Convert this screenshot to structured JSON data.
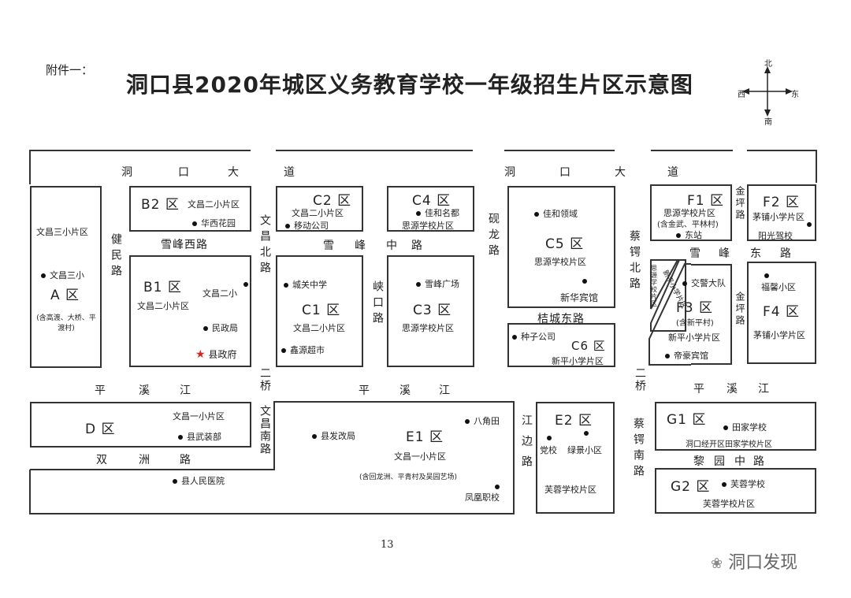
{
  "header": {
    "annex": "附件一：",
    "title": "洞口县2020年城区义务教育学校一年级招生片区示意图"
  },
  "compass": {
    "north": "北",
    "south": "南",
    "east": "东",
    "west": "西"
  },
  "roads": {
    "dongkou_da_1": [
      "洞",
      "口",
      "大",
      "道"
    ],
    "dongkou_da_2": [
      "洞",
      "口",
      "大",
      "道"
    ],
    "jianmin": "健民路",
    "xuefeng_west": "雪峰西路",
    "wenchang_north": "文昌北路",
    "xuefeng_middle": [
      "雪",
      "峰",
      "中",
      "路"
    ],
    "xiakou": "峡口路",
    "yanlong": "砚龙路",
    "caie_north": "蔡锷北路",
    "jinping_1": "金坪路",
    "jinping_2": "金坪路",
    "xuefeng_east": [
      "雪",
      "峰",
      "东",
      "路"
    ],
    "jiecheng_east": "桔城东路",
    "pingxi_1": [
      "平",
      "溪",
      "江"
    ],
    "pingxi_2": [
      "平",
      "溪",
      "江"
    ],
    "pingxi_3": [
      "平",
      "溪",
      "江"
    ],
    "erqiao_1": "二桥",
    "erqiao_2": "二桥",
    "wenchang_south": "文昌南路",
    "jiangbian": "江边路",
    "caie_south": "蔡锷南路",
    "shuangzhou": [
      "双",
      "洲",
      "路"
    ],
    "liyuan_middle": [
      "黎",
      "园",
      "中",
      "路"
    ]
  },
  "zones": {
    "A": {
      "name": "A 区",
      "school": "文昌三小片区",
      "note": "(含高渡、大桥、平渡村)",
      "poi": [
        "文昌三小"
      ]
    },
    "B2": {
      "name": "B2 区",
      "school": "文昌二小片区",
      "poi": [
        "华西花园"
      ]
    },
    "B1": {
      "name": "B1 区",
      "school": "文昌二小片区",
      "poi": [
        "文昌二小",
        "民政局",
        "县政府"
      ]
    },
    "C2": {
      "name": "C2 区",
      "school": "文昌二小片区",
      "poi": [
        "移动公司"
      ]
    },
    "C1": {
      "name": "C1 区",
      "school": "文昌二小片区",
      "poi": [
        "城关中学",
        "鑫源超市"
      ]
    },
    "C4": {
      "name": "C4 区",
      "school": "思源学校片区",
      "poi": [
        "佳和名都"
      ]
    },
    "C3": {
      "name": "C3 区",
      "school": "思源学校片区",
      "poi": [
        "雪峰广场"
      ]
    },
    "C5": {
      "name": "C5 区",
      "school": "思源学校片区",
      "poi": [
        "佳和领域",
        "新华宾馆"
      ]
    },
    "C6": {
      "name": "C6 区",
      "school": "新平小学片区",
      "poi": [
        "种子公司"
      ]
    },
    "F1": {
      "name": "F1 区",
      "school": "思源学校片区",
      "note": "(含金武、平林村)",
      "poi": [
        "东站"
      ]
    },
    "F2": {
      "name": "F2 区",
      "school": "茅铺小学片区",
      "poi": [
        "阳光驾校"
      ]
    },
    "F3": {
      "name": "F3 区",
      "school": "新平小学片区",
      "note": "(含新平村)",
      "poi": [
        "交警大队",
        "帝豪宾馆"
      ]
    },
    "F4": {
      "name": "F4 区",
      "school": "茅铺小学片区",
      "poi": [
        "福馨小区"
      ]
    },
    "small_1": "思源学校片区",
    "small_2": "新平小学片区",
    "D": {
      "name": "D 区",
      "school": "文昌一小片区",
      "poi": [
        "县武装部"
      ]
    },
    "E1": {
      "name": "E1 区",
      "school": "文昌一小片区",
      "note": "(含回龙洲、平青村及吴园艺场)",
      "poi": [
        "县发改局",
        "八角田",
        "凤凰职校",
        "县人民医院"
      ]
    },
    "E2": {
      "name": "E2 区",
      "school": "芙蓉学校片区",
      "poi": [
        "党校",
        "绿景小区"
      ]
    },
    "G1": {
      "name": "G1 区",
      "school": "洞口经开区田家学校片区",
      "poi": [
        "田家学校"
      ]
    },
    "G2": {
      "name": "G2 区",
      "school": "芙蓉学校片区",
      "poi": [
        "芙蓉学校"
      ]
    }
  },
  "footer": {
    "page_number": "13",
    "watermark": "洞口发现"
  }
}
